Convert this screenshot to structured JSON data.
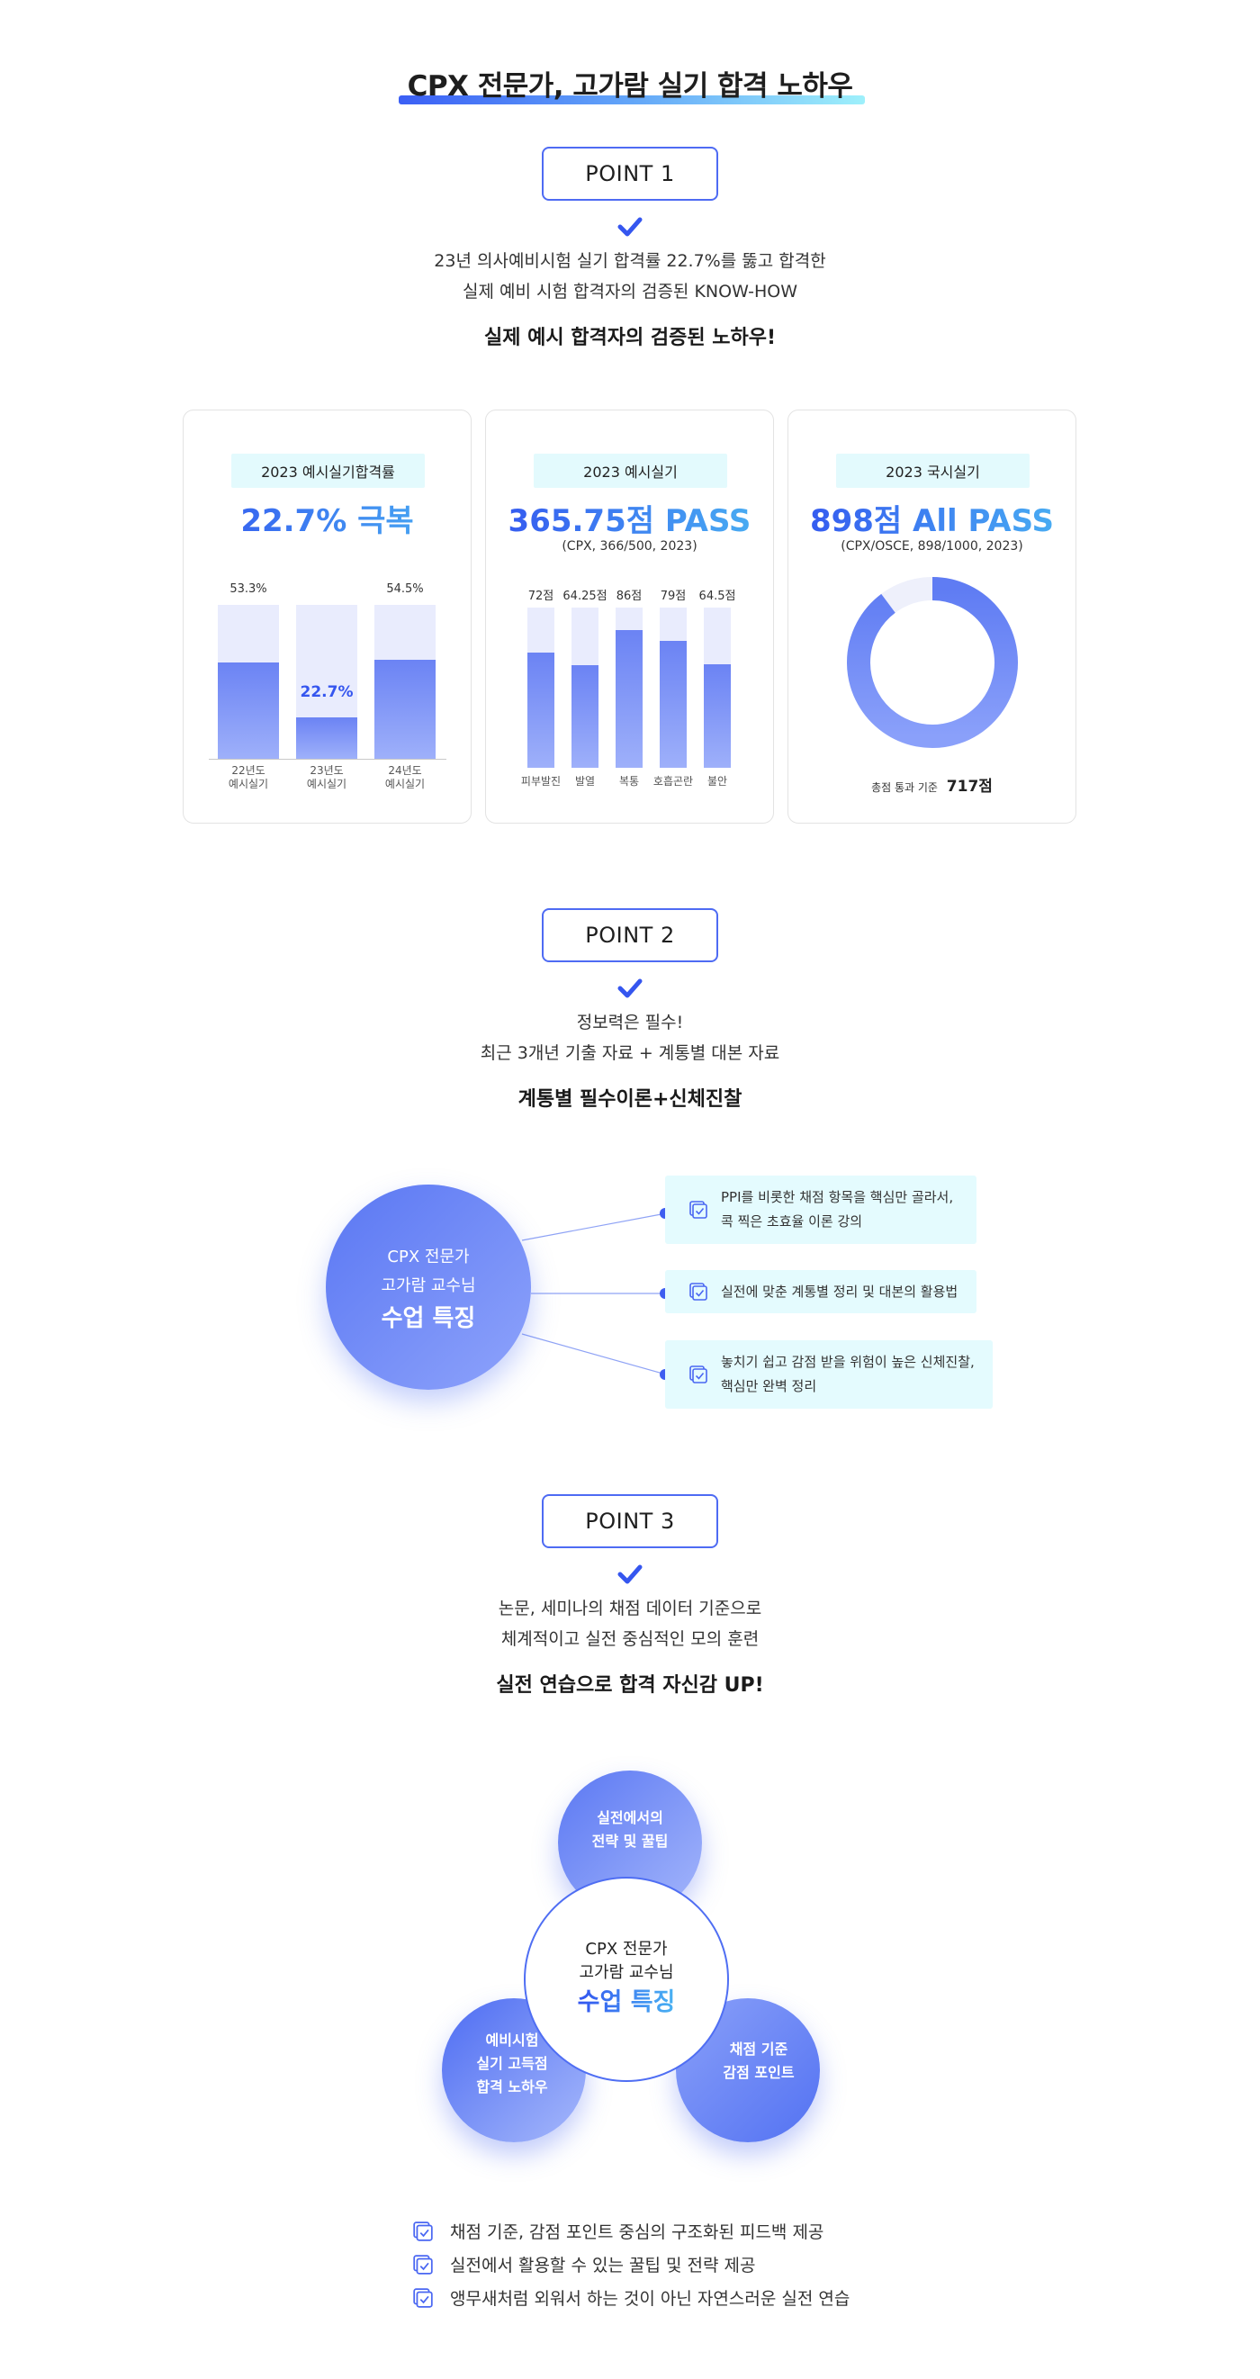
{
  "title": "CPX 전문가, 고가람 실기 합격 노하우",
  "point1": {
    "label": "POINT 1",
    "desc1": "23년 의사예비시험 실기 합격률 22.7%를 뚫고 합격한",
    "desc2": "실제 예비 시험 합격자의 검증된 KNOW-HOW",
    "headline": "실제 예시 합격자의 검증된 노하우!"
  },
  "cards": [
    {
      "label": "2023 예시실기합격률",
      "big": "22.7% 극복",
      "chart_data": {
        "type": "bar",
        "categories": [
          "22년도 예시실기",
          "23년도 예시실기",
          "24년도 예시실기"
        ],
        "category_lines": [
          [
            "22년도",
            "예시실기"
          ],
          [
            "23년도",
            "예시실기"
          ],
          [
            "24년도",
            "예시실기"
          ]
        ],
        "values": [
          53.3,
          22.7,
          54.5
        ],
        "value_labels": [
          "53.3%",
          "22.7%",
          "54.5%"
        ],
        "ylim": [
          0,
          85
        ]
      }
    },
    {
      "label": "2023 예시실기",
      "big": "365.75점 PASS",
      "sub": "(CPX, 366/500, 2023)",
      "chart_data": {
        "type": "bar",
        "categories": [
          "피부발진",
          "발열",
          "복통",
          "호흡곤란",
          "불안"
        ],
        "values": [
          72,
          64.25,
          86,
          79,
          64.5
        ],
        "value_labels": [
          "72점",
          "64.25점",
          "86점",
          "79점",
          "64.5점"
        ],
        "ylim": [
          0,
          100
        ]
      }
    },
    {
      "label": "2023 국시실기",
      "big": "898점 All PASS",
      "sub": "(CPX/OSCE, 898/1000, 2023)",
      "chart_data": {
        "type": "pie",
        "values": [
          898,
          102
        ],
        "total": 1000,
        "caption": "총점 통과 기준",
        "caption_value": "717점"
      }
    }
  ],
  "point2": {
    "label": "POINT 2",
    "desc1": "정보력은 필수!",
    "desc2": "최근 3개년 기출 자료 + 계통별 대본 자료",
    "headline": "계통별 필수이론+신체진찰",
    "circle_line1": "CPX 전문가",
    "circle_line2": "고가람 교수님",
    "circle_line3": "수업 특징",
    "features": [
      {
        "line1": "PPI를 비롯한 채점 항목을 핵심만 골라서,",
        "line2": "콕 찍은 초효율 이론 강의"
      },
      {
        "line1": "실전에 맞춘 계통별 정리 및 대본의 활용법",
        "line2": ""
      },
      {
        "line1": "놓치기 쉽고 감점 받을 위험이 높은 신체진찰,",
        "line2": "핵심만 완벽 정리"
      }
    ]
  },
  "point3": {
    "label": "POINT 3",
    "desc1": "논문, 세미나의 채점 데이터 기준으로",
    "desc2": "체계적이고 실전 중심적인 모의 훈련",
    "headline": "실전 연습으로 합격 자신감 UP!",
    "top_blob": [
      "실전에서의",
      "전략 및 꿀팁"
    ],
    "left_blob": [
      "예비시험",
      "실기 고득점",
      "합격 노하우"
    ],
    "right_blob": [
      "채점 기준",
      "감점 포인트"
    ],
    "center_line1": "CPX 전문가",
    "center_line2": "고가람 교수님",
    "center_line3": "수업 특징",
    "feedback": [
      "채점 기준, 감점 포인트 중심의 구조화된 피드백 제공",
      "실전에서 활용할 수 있는 꿀팁 및 전략 제공",
      "앵무새처럼 외워서 하는 것이 아닌 자연스러운 실전 연습"
    ]
  },
  "colors": {
    "accent": "#3f5ef0",
    "accent_light": "#8ea3fb",
    "mint": "#e3fafd",
    "bar_bg": "#e9ecfd"
  }
}
